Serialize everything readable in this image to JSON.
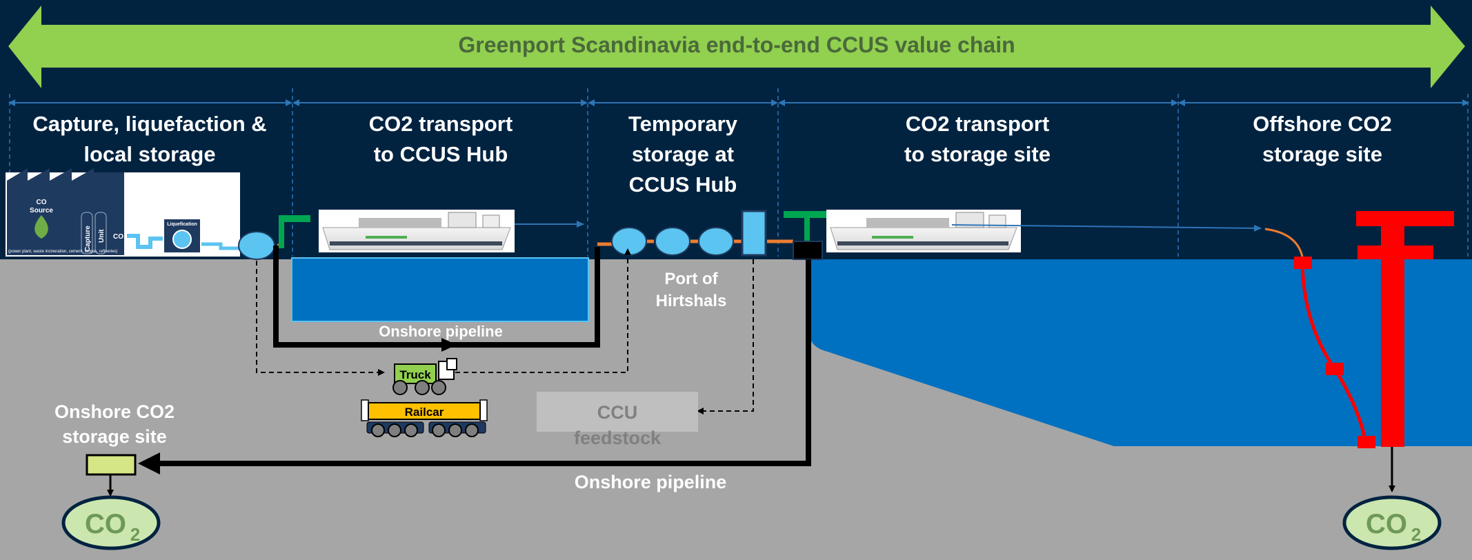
{
  "banner": {
    "title": "Greenport Scandinavia end-to-end CCUS value chain"
  },
  "stages": [
    {
      "line1": "Capture, liquefaction &",
      "line2": "local storage",
      "line3": ""
    },
    {
      "line1": "CO2 transport",
      "line2": "to CCUS Hub",
      "line3": ""
    },
    {
      "line1": "Temporary",
      "line2": "storage at",
      "line3": "CCUS Hub"
    },
    {
      "line1": "CO2 transport",
      "line2": "to storage site",
      "line3": ""
    },
    {
      "line1": "Offshore CO2",
      "line2": "storage site",
      "line3": ""
    }
  ],
  "capture_box": {
    "source_label": "Source",
    "co2_label": "CO",
    "capture_label": "Capture",
    "unit_label": "Unit",
    "co2_pipe_label": "CO",
    "liquefaction_label": "Liquefication",
    "footnote": "(power plant, waste incineration, cement, biogas, refineries)"
  },
  "labels": {
    "port": [
      "Port of",
      "Hirtshals"
    ],
    "onshore_pipeline_upper": "Onshore pipeline",
    "onshore_pipeline_lower": "Onshore pipeline",
    "truck": "Truck",
    "railcar": "Railcar",
    "ccu": [
      "CCU",
      "feedstock"
    ],
    "onshore_storage": [
      "Onshore CO2",
      "storage site"
    ],
    "co2_main": "CO",
    "co2_sub": "2"
  },
  "colors": {
    "background": "#012340",
    "banner_arrow": "#92D050",
    "banner_text": "#4A6A3A",
    "land": "#A6A6A6",
    "sea": "#0070C0",
    "tank": "#5BC4F1",
    "platform": "#FF0000",
    "storage_ellipse": "#CCE6B0",
    "railcar": "#FFC000"
  }
}
